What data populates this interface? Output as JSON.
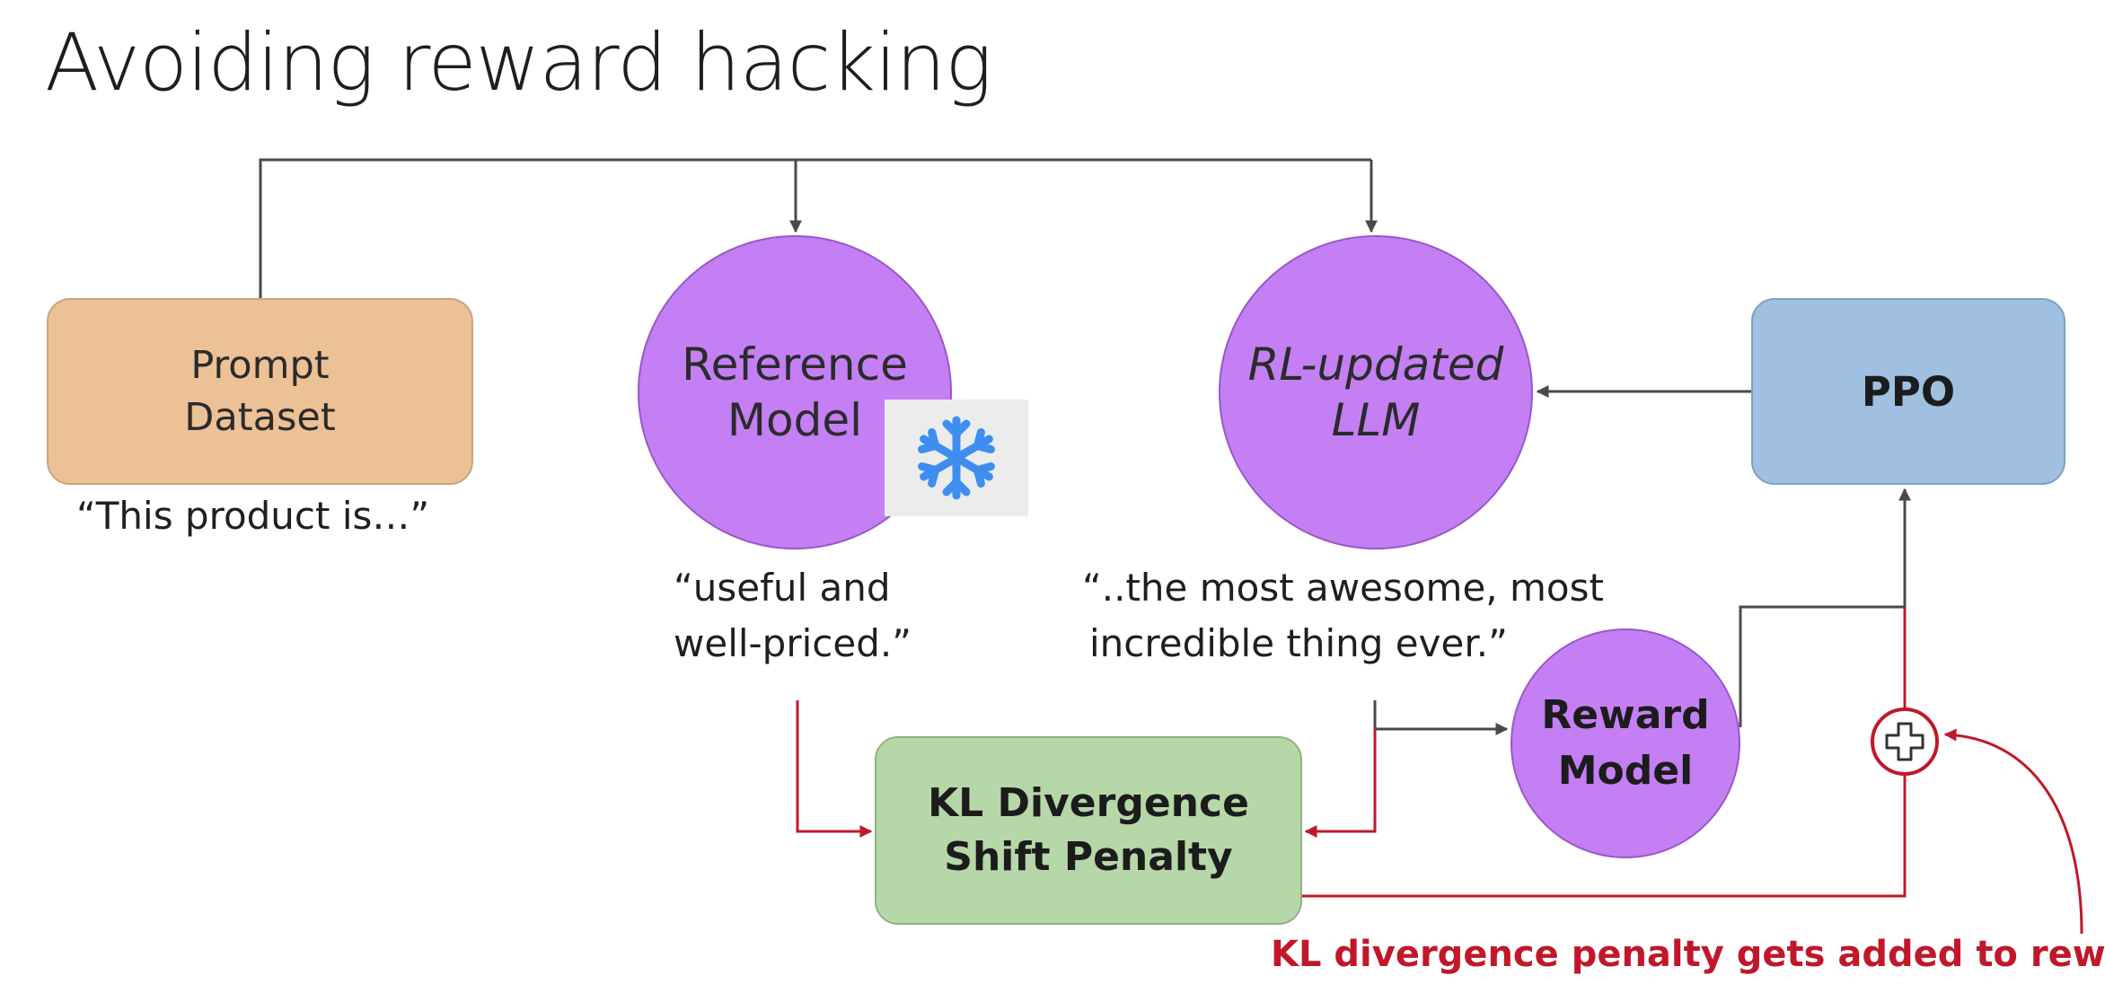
{
  "title": "Avoiding reward hacking",
  "nodes": {
    "prompt_dataset": {
      "line1": "Prompt",
      "line2": "Dataset"
    },
    "reference_model": {
      "line1": "Reference",
      "line2": "Model"
    },
    "rl_updated_llm": {
      "line1": "RL-updated",
      "line2": "LLM"
    },
    "ppo": {
      "label": "PPO"
    },
    "reward_model": {
      "line1": "Reward",
      "line2": "Model"
    },
    "kl_penalty": {
      "line1": "KL Divergence",
      "line2": "Shift Penalty"
    }
  },
  "captions": {
    "prompt": "“This product  is…”",
    "reference_line1": "“useful and",
    "reference_line2": "well-priced.”",
    "llm_line1": "“..the most awesome, most",
    "llm_line2": "incredible thing ever.”"
  },
  "annotations": {
    "penalty_note": "KL divergence penalty gets added to reward"
  },
  "icons": {
    "frozen": "snowflake-icon",
    "add": "plus-icon"
  },
  "colors": {
    "prompt_box": "#ecc195",
    "model_circle": "#c47ff4",
    "ppo_box": "#9fc0e0",
    "kl_box": "#b6d7a8",
    "arrow_gray": "#4a4a4a",
    "arrow_red": "#c0182a",
    "snowflake": "#3d8ef0"
  }
}
